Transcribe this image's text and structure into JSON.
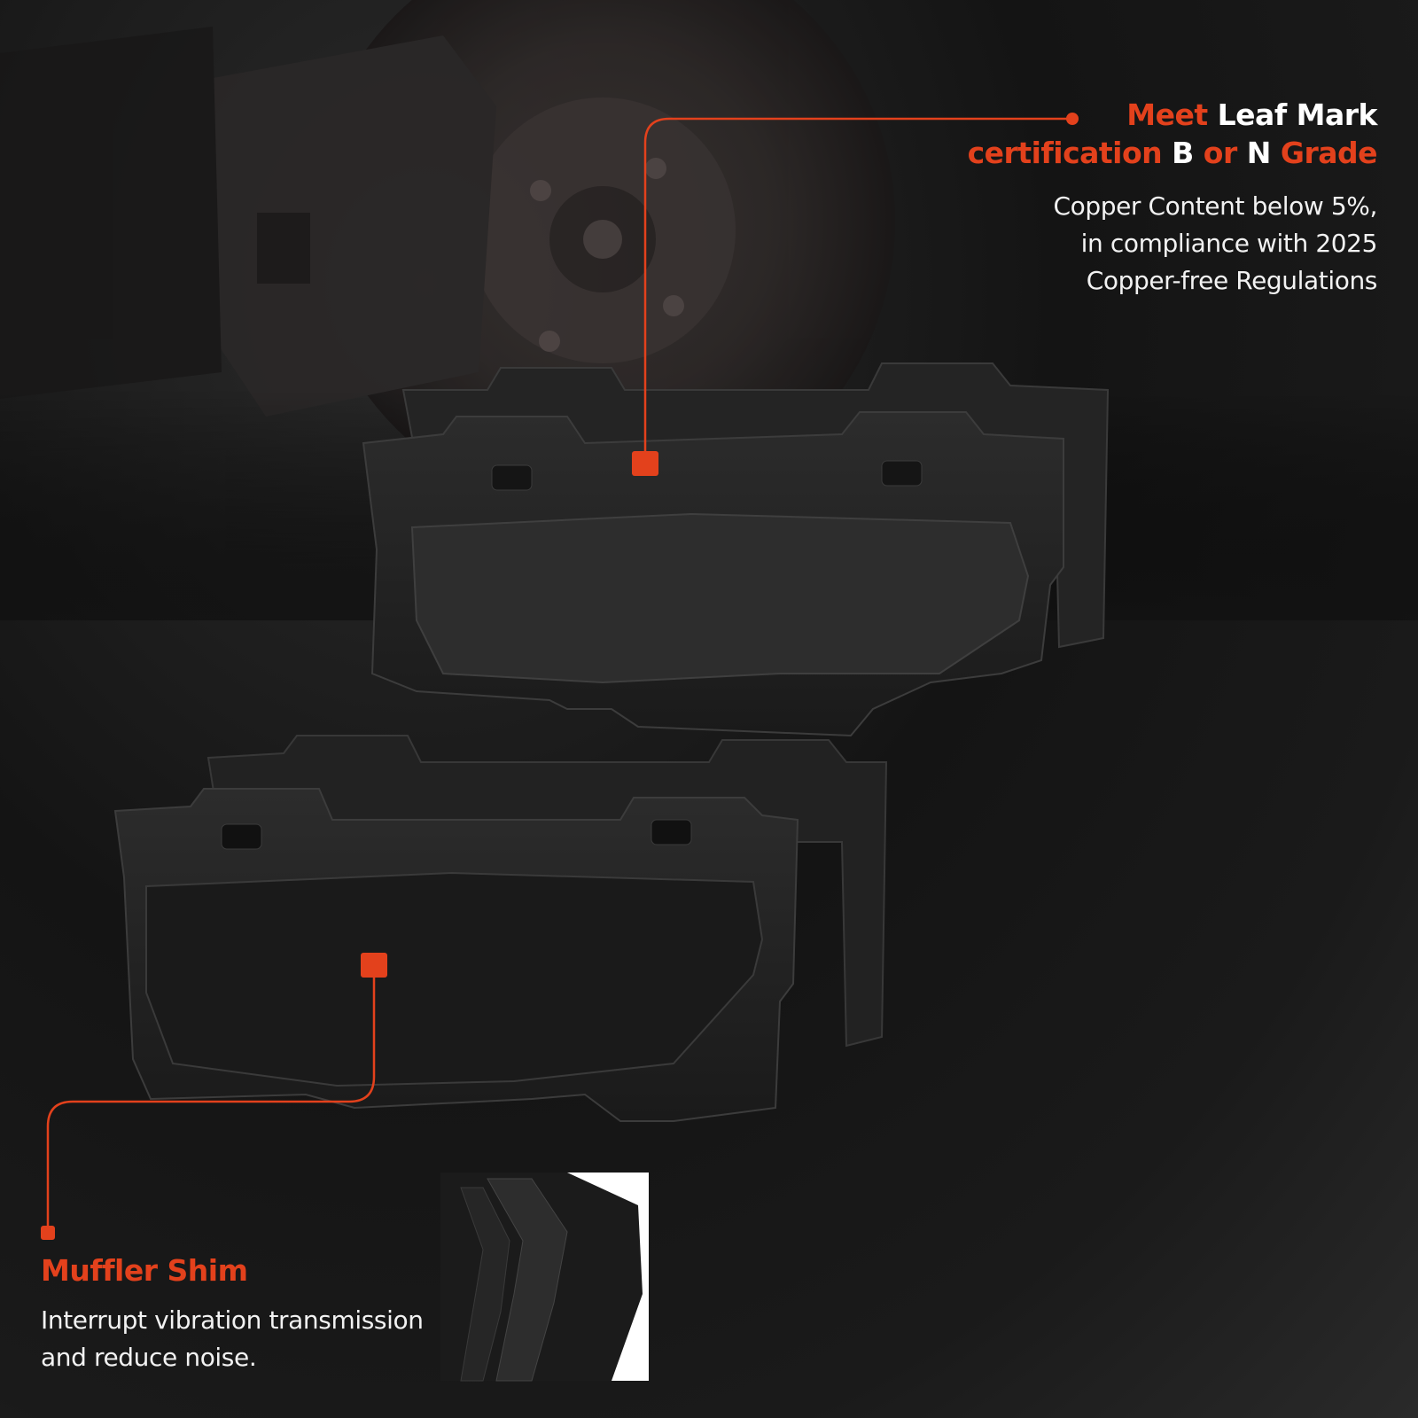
{
  "colors": {
    "accent": "#e3411c",
    "text": "#ffffff",
    "pad": "#1e1e1e",
    "background": "#161616"
  },
  "callout_top": {
    "title_parts": [
      {
        "text": "Meet ",
        "accent": true
      },
      {
        "text": "Leaf Mark",
        "accent": false
      }
    ],
    "title_parts_2": [
      {
        "text": "certification ",
        "accent": true
      },
      {
        "text": "B",
        "accent": false
      },
      {
        "text": " or ",
        "accent": true
      },
      {
        "text": "N",
        "accent": false
      },
      {
        "text": " Grade",
        "accent": true
      }
    ],
    "description": [
      "Copper Content below 5%,",
      "in compliance with 2025",
      "Copper-free Regulations"
    ]
  },
  "callout_bottom": {
    "title": "Muffler Shim",
    "description": [
      "Interrupt vibration transmission",
      "and reduce noise."
    ]
  }
}
